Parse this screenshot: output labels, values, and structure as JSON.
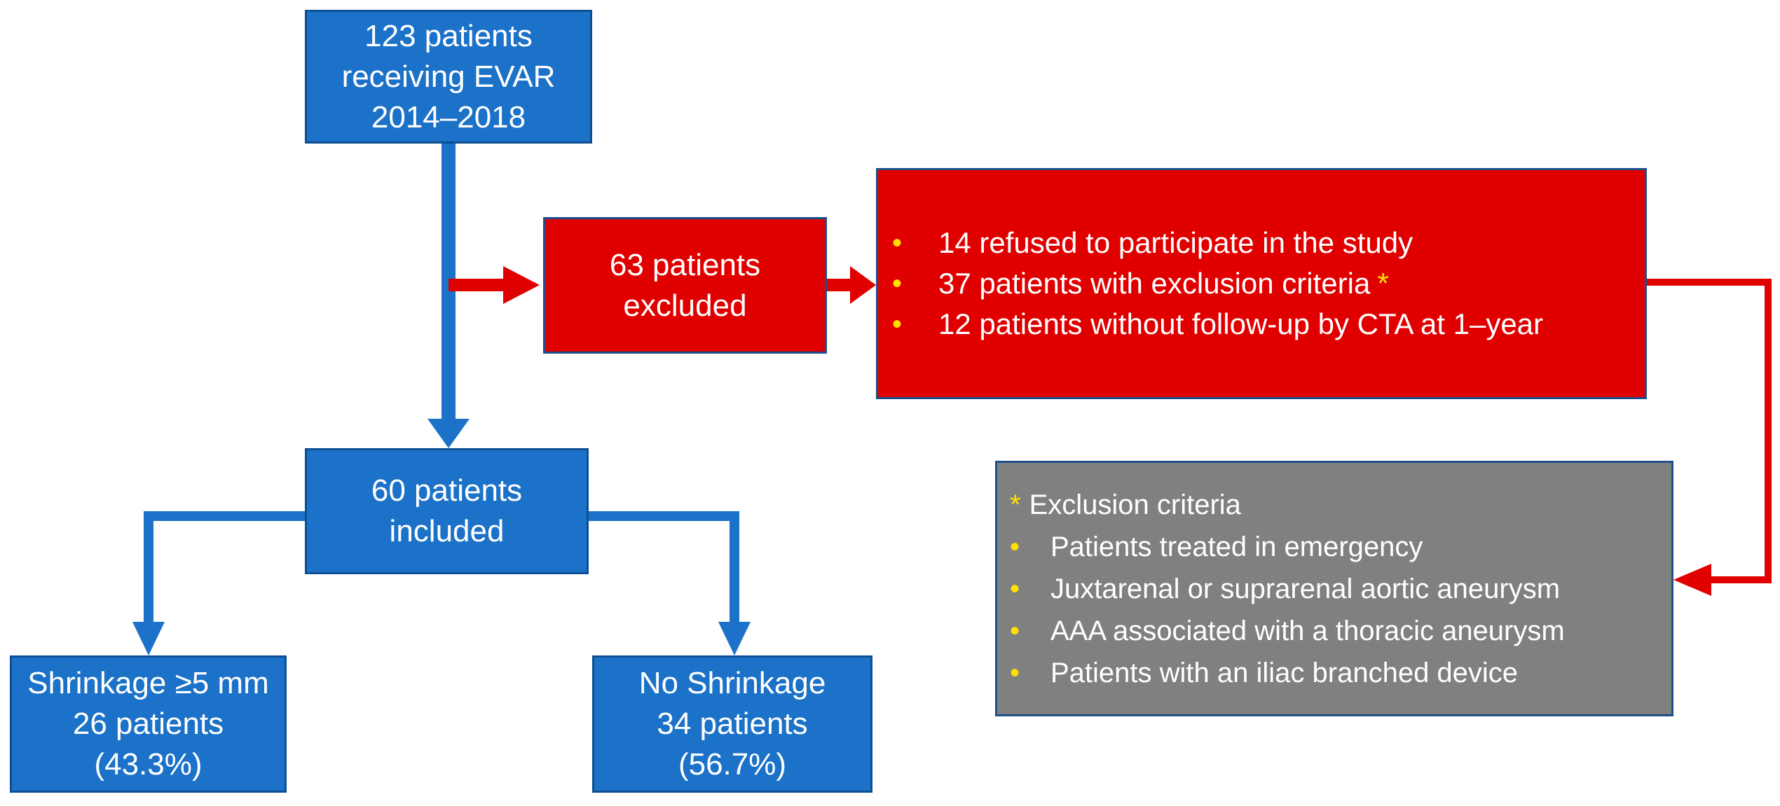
{
  "nodes": {
    "start": {
      "lines": [
        "123 patients",
        "receiving EVAR",
        "2014–2018"
      ]
    },
    "excluded": {
      "lines": [
        "63 patients",
        "excluded"
      ]
    },
    "reasons": {
      "bullet_glyph": "•",
      "star_glyph": "*",
      "items": [
        "14 refused to participate in the study",
        "37 patients with exclusion criteria",
        "12 patients without follow-up by CTA at 1–year"
      ]
    },
    "criteria": {
      "title": "Exclusion criteria",
      "items": [
        "Patients treated in emergency",
        "Juxtarenal or suprarenal aortic aneurysm",
        "AAA associated with a thoracic aneurysm",
        "Patients with an iliac branched device"
      ]
    },
    "included": {
      "lines": [
        "60 patients",
        "included"
      ]
    },
    "shrinkage": {
      "lines": [
        "Shrinkage ≥5 mm",
        "26 patients",
        "(43.3%)"
      ]
    },
    "no_shrinkage": {
      "lines": [
        "No Shrinkage",
        "34 patients",
        "(56.7%)"
      ]
    }
  },
  "colors": {
    "blue_box": "#1c72c8",
    "red_box": "#e00000",
    "gray_box": "#808080",
    "blue_arrow": "#1c72c8",
    "red_arrow": "#e00000",
    "bullet": "#ffe100"
  }
}
